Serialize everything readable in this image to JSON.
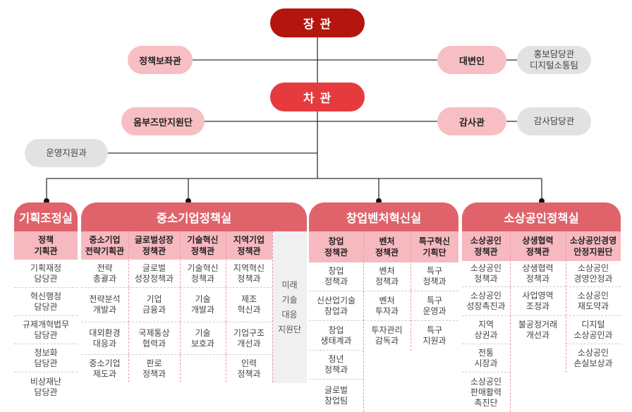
{
  "top": {
    "minister": "장 관",
    "vice_minister": "차 관",
    "policy_aide": "정책보좌관",
    "spokesperson": "대변인",
    "pr_office": "홍보담당관\n디지털소통팀",
    "ombudsman": "옴부즈만지원단",
    "inspector": "감사관",
    "audit_office": "감사담당관",
    "ops_support": "운영지원과"
  },
  "colors": {
    "minister": "#b5150f",
    "vice_minister": "#e53b3e",
    "office_header": "#e0636b",
    "sub_header": "#f6b9c0",
    "staff_pill": "#f7bfc3",
    "support_pill": "#e2e2e2",
    "special_unit": "#f0f0f0"
  },
  "offices": [
    {
      "name": "기획조정실",
      "columns": [
        {
          "title": "정책\n기획관",
          "items": [
            "기획재정\n담당관",
            "혁신행정\n담당관",
            "규제개혁법무\n담당관",
            "정보화\n담당관",
            "비상재난\n담당관"
          ]
        }
      ]
    },
    {
      "name": "중소기업정책실",
      "columns": [
        {
          "title": "중소기업\n전략기획관",
          "items": [
            "전략\n총괄과",
            "전략분석\n개발과",
            "대외환경\n대응과",
            "중소기업\n제도과"
          ]
        },
        {
          "title": "글로벌성장\n정책관",
          "items": [
            "글로벌\n성장정책과",
            "기업\n금융과",
            "국제통상\n협력과",
            "판로\n정책과"
          ]
        },
        {
          "title": "기술혁신\n정책관",
          "items": [
            "기술혁신\n정책과",
            "기술\n개발과",
            "기술\n보호과"
          ]
        },
        {
          "title": "지역기업\n정책관",
          "items": [
            "지역혁신\n정책과",
            "제조\n혁신과",
            "기업구조\n개선과",
            "인력\n정책과"
          ]
        }
      ],
      "special_unit": "미래\n기술\n대응\n지원단"
    },
    {
      "name": "창업벤처혁신실",
      "columns": [
        {
          "title": "창업\n정책관",
          "items": [
            "창업\n정책과",
            "신산업기술\n창업과",
            "창업\n생태계과",
            "청년\n정책과",
            "글로벌\n창업팀"
          ]
        },
        {
          "title": "벤처\n정책관",
          "items": [
            "벤처\n정책과",
            "벤처\n투자과",
            "투자관리\n감독과"
          ]
        },
        {
          "title": "특구혁신\n기획단",
          "items": [
            "특구\n정책과",
            "특구\n운영과",
            "특구\n지원과"
          ]
        }
      ]
    },
    {
      "name": "소상공인정책실",
      "columns": [
        {
          "title": "소상공인\n정책관",
          "items": [
            "소상공인\n정책과",
            "소상공인\n성장촉진과",
            "지역\n상권과",
            "전통\n시장과",
            "소상공인\n판매활력\n촉진단"
          ]
        },
        {
          "title": "상생협력\n정책관",
          "items": [
            "상생협력\n정책과",
            "사업영역\n조정과",
            "불공정거래\n개선과"
          ]
        },
        {
          "title": "소상공인경영\n안정지원단",
          "items": [
            "소상공인\n경영안정과",
            "소상공인\n재도약과",
            "디지털\n소상공인과",
            "소상공인\n손실보상과"
          ]
        }
      ]
    }
  ]
}
